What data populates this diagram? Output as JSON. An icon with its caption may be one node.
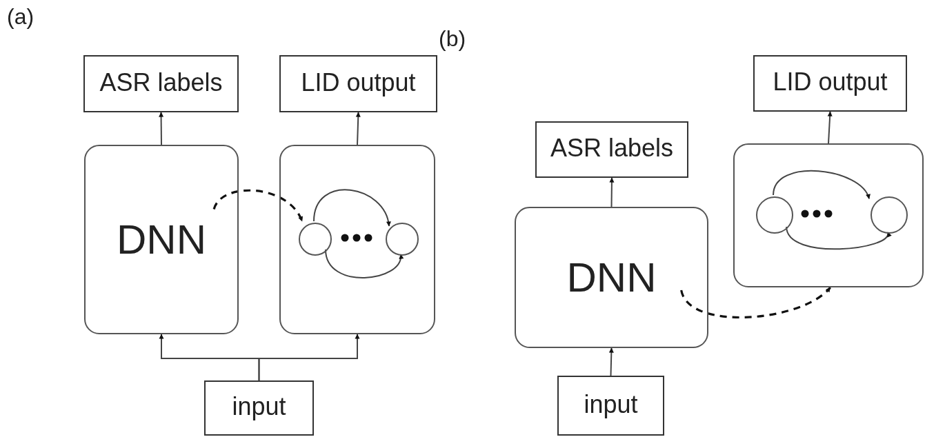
{
  "diagram": {
    "nodes": [
      {
        "text": [
          "ASR labels"
        ]
      },
      {
        "text": [
          "LID output"
        ]
      },
      {
        "text": [
          "DNN"
        ]
      },
      {
        "text": [],
        "shape": "box"
      },
      {
        "text": [],
        "shape": "circle",
        "in": 3
      },
      {
        "text": [],
        "shape": "circle",
        "in": 3
      },
      {
        "text": [
          "input"
        ]
      },
      {
        "text": [
          "ASR labels"
        ]
      },
      {
        "text": [
          "LID output"
        ]
      },
      {
        "text": [
          "DNN"
        ]
      },
      {
        "text": [],
        "shape": "box"
      },
      {
        "text": [],
        "shape": "circle",
        "in": 10
      },
      {
        "text": [],
        "shape": "circle",
        "in": 10
      },
      {
        "text": [
          "input"
        ]
      }
    ],
    "edges": [
      {
        "from": 2,
        "to": 0,
        "arrow": "to"
      },
      {
        "from": 3,
        "to": 1,
        "arrow": "to"
      },
      {
        "from": 6,
        "to": 2,
        "arrow": "to"
      },
      {
        "from": 6,
        "to": 3,
        "arrow": "to"
      },
      {
        "from": 2,
        "to": 4,
        "arrow": "to",
        "style": "dashed"
      },
      {
        "from": 4,
        "to": 5,
        "arrow": "to"
      },
      {
        "from": 4,
        "to": 5,
        "arrow": "to"
      },
      {
        "from": 9,
        "to": 7,
        "arrow": "to"
      },
      {
        "from": 10,
        "to": 8,
        "arrow": "to"
      },
      {
        "from": 13,
        "to": 9,
        "arrow": "to"
      },
      {
        "from": 9,
        "to": 10,
        "arrow": "to",
        "style": "dashed"
      },
      {
        "from": 11,
        "to": 12,
        "arrow": "to"
      },
      {
        "from": 11,
        "to": 12,
        "arrow": "to"
      }
    ],
    "labels": [
      "(a)",
      "(b)"
    ]
  }
}
